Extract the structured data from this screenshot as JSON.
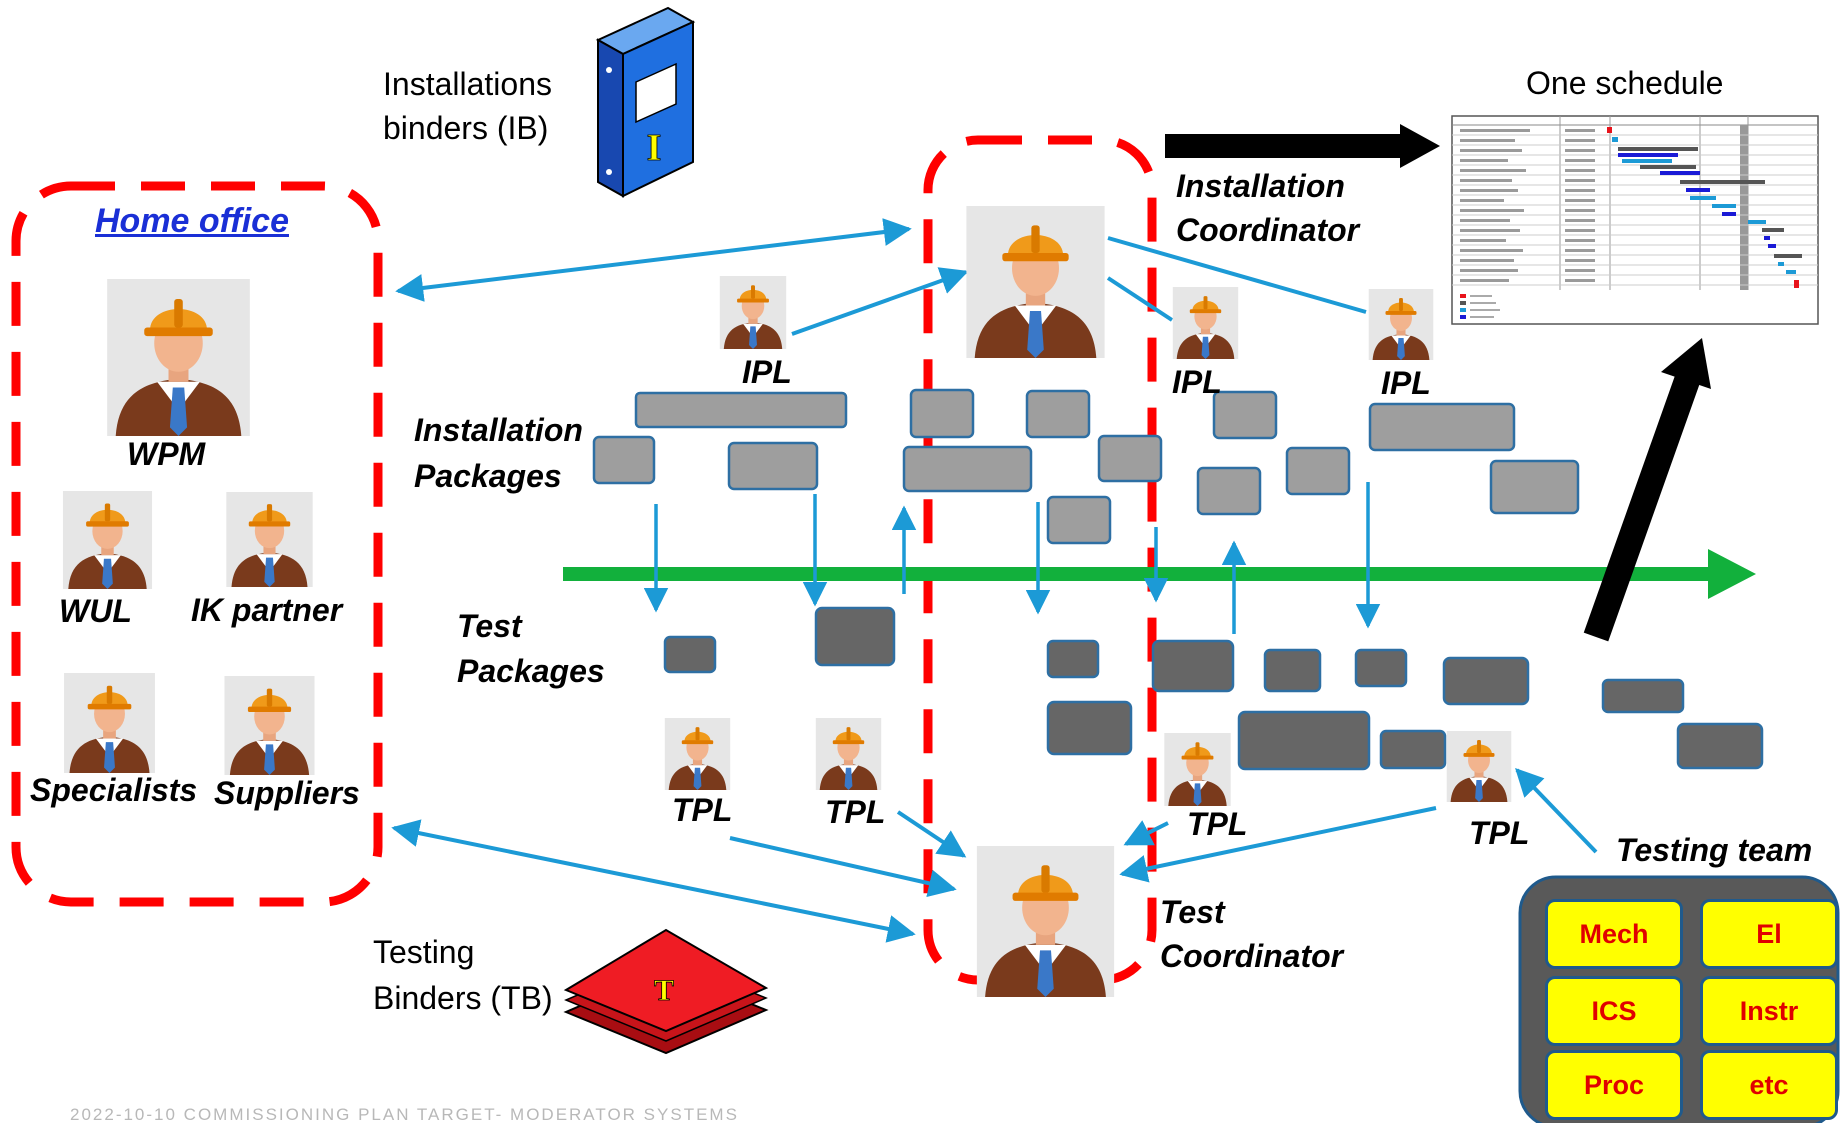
{
  "home_office": {
    "title": "Home office",
    "roles": [
      "WPM",
      "WUL",
      "IK partner",
      "Specialists",
      "Suppliers"
    ]
  },
  "installations_binders": {
    "label": "Installations\nbinders (IB)",
    "line1": "Installations",
    "line2": "binders (IB)",
    "binder_letter": "I"
  },
  "testing_binders": {
    "line1": "Testing",
    "line2": "Binders (TB)",
    "binder_letter": "T"
  },
  "one_schedule": {
    "label": "One schedule"
  },
  "installation_coordinator": {
    "line1": "Installation",
    "line2": "Coordinator"
  },
  "test_coordinator": {
    "line1": "Test",
    "line2": "Coordinator"
  },
  "installation_packages": {
    "line1": "Installation",
    "line2": "Packages"
  },
  "test_packages": {
    "line1": "Test",
    "line2": "Packages"
  },
  "ipl_labels": [
    "IPL",
    "IPL",
    "IPL"
  ],
  "tpl_labels": [
    "TPL",
    "TPL",
    "TPL",
    "TPL"
  ],
  "testing_team": {
    "title": "Testing team",
    "disciplines": [
      "Mech",
      "El",
      "ICS",
      "Instr",
      "Proc",
      "etc"
    ]
  },
  "footer": {
    "text": "2022-10-10 COMMISSIONING PLAN TARGET- MODERATOR SYSTEMS"
  },
  "colors": {
    "dashed_boundary": "#ff0000",
    "arrow_blue": "#1c9ad6",
    "timeline_green": "#12b03c",
    "installation_package_fill": "#9e9e9e",
    "test_package_fill": "#666666",
    "package_border": "#2e6fa3",
    "binder_blue": "#1f6fe0",
    "binder_red": "#e8131b",
    "team_panel": "#595959",
    "team_button": "#ffff00",
    "team_text": "#e00000"
  }
}
